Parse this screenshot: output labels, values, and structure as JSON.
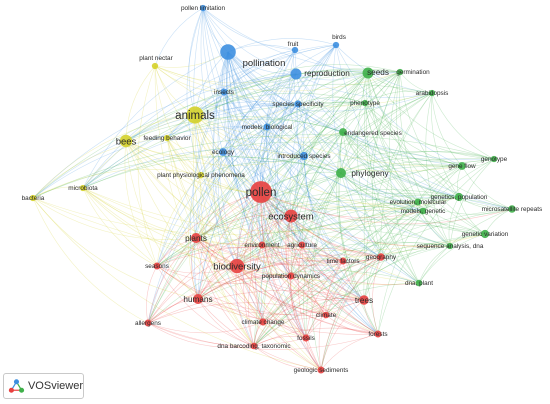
{
  "app": {
    "brand": "VOSviewer"
  },
  "colors": {
    "red": "#e8403f",
    "green": "#3fb04a",
    "blue": "#3d8fe0",
    "yellow": "#d5d12a"
  },
  "network": {
    "nodes": [
      {
        "id": "pollen-limitation",
        "label": "pollen limitation",
        "cluster": "blue",
        "weight": 1
      },
      {
        "id": "fruit",
        "label": "fruit",
        "cluster": "blue",
        "weight": 1
      },
      {
        "id": "birds",
        "label": "birds",
        "cluster": "blue",
        "weight": 1
      },
      {
        "id": "plant-nectar",
        "label": "plant nectar",
        "cluster": "yellow",
        "weight": 1
      },
      {
        "id": "pollination",
        "label": "pollination",
        "cluster": "blue",
        "weight": 4
      },
      {
        "id": "reproduction",
        "label": "reproduction",
        "cluster": "blue",
        "weight": 2.5
      },
      {
        "id": "seeds",
        "label": "seeds",
        "cluster": "green",
        "weight": 2.5
      },
      {
        "id": "germination",
        "label": "germination",
        "cluster": "green",
        "weight": 1
      },
      {
        "id": "insects",
        "label": "insects",
        "cluster": "blue",
        "weight": 1.2
      },
      {
        "id": "arabidopsis",
        "label": "arabidopsis",
        "cluster": "green",
        "weight": 1
      },
      {
        "id": "phenotype",
        "label": "phenotype",
        "cluster": "green",
        "weight": 1
      },
      {
        "id": "animals",
        "label": "animals",
        "cluster": "yellow",
        "weight": 4.5
      },
      {
        "id": "species-specificity",
        "label": "species specificity",
        "cluster": "blue",
        "weight": 1.3
      },
      {
        "id": "models-biological",
        "label": "models, biological",
        "cluster": "blue",
        "weight": 1.2
      },
      {
        "id": "endangered-species",
        "label": "endangered species",
        "cluster": "green",
        "weight": 1.5
      },
      {
        "id": "bees",
        "label": "bees",
        "cluster": "yellow",
        "weight": 3
      },
      {
        "id": "feeding-behavior",
        "label": "feeding behavior",
        "cluster": "yellow",
        "weight": 1
      },
      {
        "id": "ecology",
        "label": "ecology",
        "cluster": "blue",
        "weight": 1.5
      },
      {
        "id": "introduced-species",
        "label": "introduced species",
        "cluster": "blue",
        "weight": 1.6
      },
      {
        "id": "gene-flow",
        "label": "gene flow",
        "cluster": "green",
        "weight": 1.5
      },
      {
        "id": "genotype",
        "label": "genotype",
        "cluster": "green",
        "weight": 1
      },
      {
        "id": "phylogeny",
        "label": "phylogeny",
        "cluster": "green",
        "weight": 2.2
      },
      {
        "id": "plant-physiological-phenomena",
        "label": "plant physiological phenomena",
        "cluster": "yellow",
        "weight": 1
      },
      {
        "id": "microbiota",
        "label": "microbiota",
        "cluster": "yellow",
        "weight": 1
      },
      {
        "id": "bacteria",
        "label": "bacteria",
        "cluster": "yellow",
        "weight": 1
      },
      {
        "id": "pollen",
        "label": "pollen",
        "cluster": "red",
        "weight": 6
      },
      {
        "id": "genetics-population",
        "label": "genetics, population",
        "cluster": "green",
        "weight": 1.6
      },
      {
        "id": "evolution-molecular",
        "label": "evolution, molecular",
        "cluster": "green",
        "weight": 1.2
      },
      {
        "id": "ecosystem",
        "label": "ecosystem",
        "cluster": "red",
        "weight": 3.2
      },
      {
        "id": "models-genetic",
        "label": "models, genetic",
        "cluster": "green",
        "weight": 1.1
      },
      {
        "id": "microsatellite-repeats",
        "label": "microsatellite repeats",
        "cluster": "green",
        "weight": 1.4
      },
      {
        "id": "genetic-variation",
        "label": "genetic variation",
        "cluster": "green",
        "weight": 1.6
      },
      {
        "id": "plants",
        "label": "plants",
        "cluster": "red",
        "weight": 2.2
      },
      {
        "id": "environment",
        "label": "environment",
        "cluster": "red",
        "weight": 1.2
      },
      {
        "id": "agriculture",
        "label": "agriculture",
        "cluster": "red",
        "weight": 1.2
      },
      {
        "id": "sequence-analysis-dna",
        "label": "sequence analysis, dna",
        "cluster": "green",
        "weight": 1
      },
      {
        "id": "time-factors",
        "label": "time factors",
        "cluster": "red",
        "weight": 1.2
      },
      {
        "id": "geography",
        "label": "geography",
        "cluster": "red",
        "weight": 1.4
      },
      {
        "id": "seasons",
        "label": "seasons",
        "cluster": "red",
        "weight": 1.2
      },
      {
        "id": "biodiversity",
        "label": "biodiversity",
        "cluster": "red",
        "weight": 3.6
      },
      {
        "id": "population-dynamics",
        "label": "population dynamics",
        "cluster": "red",
        "weight": 1.3
      },
      {
        "id": "dna-plant",
        "label": "dna, plant",
        "cluster": "green",
        "weight": 1.1
      },
      {
        "id": "humans",
        "label": "humans",
        "cluster": "red",
        "weight": 2.2
      },
      {
        "id": "trees",
        "label": "trees",
        "cluster": "red",
        "weight": 2
      },
      {
        "id": "climate",
        "label": "climate",
        "cluster": "red",
        "weight": 1.1
      },
      {
        "id": "allergens",
        "label": "allergens",
        "cluster": "red",
        "weight": 1.2
      },
      {
        "id": "climate-change",
        "label": "climate change",
        "cluster": "red",
        "weight": 1.3
      },
      {
        "id": "forests",
        "label": "forests",
        "cluster": "red",
        "weight": 1.2
      },
      {
        "id": "fossils",
        "label": "fossils",
        "cluster": "red",
        "weight": 1.3
      },
      {
        "id": "dna-barcoding-taxonomic",
        "label": "dna barcoding, taxonomic",
        "cluster": "red",
        "weight": 1.1
      },
      {
        "id": "geologic-sediments",
        "label": "geologic sediments",
        "cluster": "red",
        "weight": 1.2
      }
    ]
  }
}
